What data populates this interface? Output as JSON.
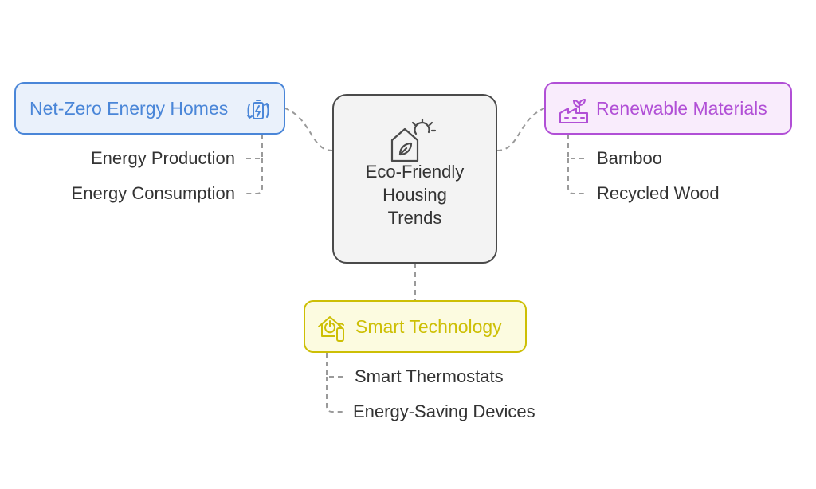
{
  "center": {
    "title": "Eco-Friendly Housing Trends",
    "icon": "eco-house-sun-icon"
  },
  "branches": [
    {
      "title": "Net-Zero Energy Homes",
      "icon": "battery-cycle-icon",
      "color": "#4a86d8",
      "fill": "#eaf1fb",
      "items": [
        "Energy Production",
        "Energy Consumption"
      ]
    },
    {
      "title": "Renewable Materials",
      "icon": "sprout-factory-icon",
      "color": "#b14fd6",
      "fill": "#f9ecfc",
      "items": [
        "Bamboo",
        "Recycled Wood"
      ]
    },
    {
      "title": "Smart Technology",
      "icon": "smart-home-power-icon",
      "color": "#cdbf05",
      "fill": "#fcfbe0",
      "items": [
        "Smart Thermostats",
        "Energy-Saving Devices"
      ]
    }
  ]
}
